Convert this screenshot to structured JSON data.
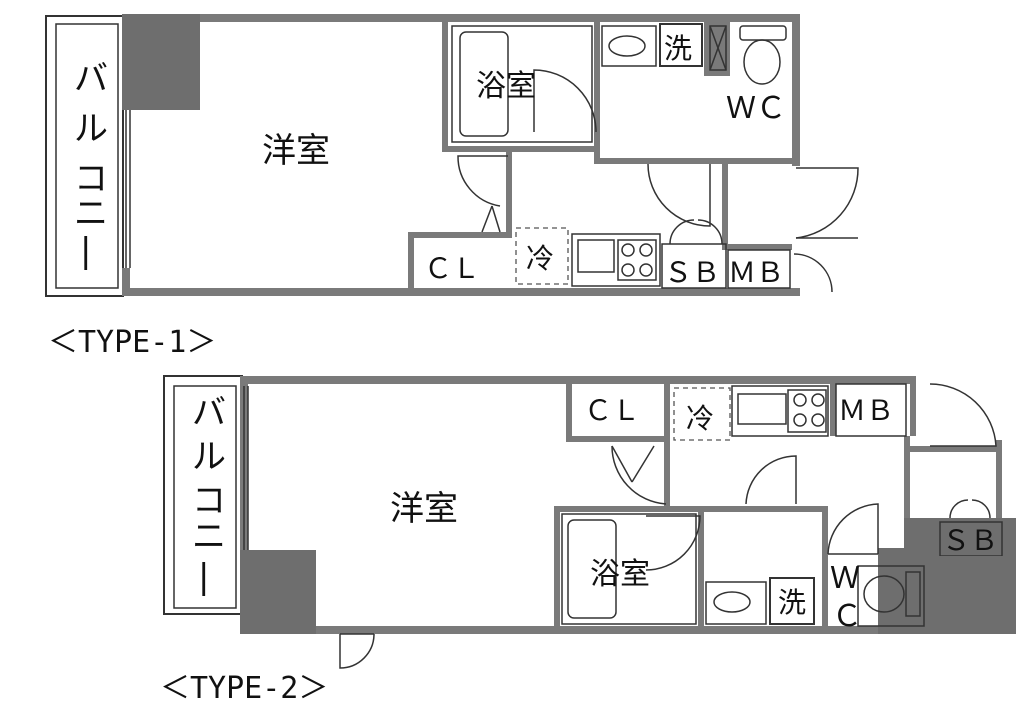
{
  "type1": {
    "caption": "＜TYPE-1＞",
    "balcony": "バルコニー",
    "western_room": "洋室",
    "bathroom": "浴室",
    "washer": "洗",
    "toilet": "ＷＣ",
    "closet": "ＣＬ",
    "fridge": "冷",
    "shoe_box": "ＳＢ",
    "meter_box": "ＭＢ"
  },
  "type2": {
    "caption": "＜TYPE-2＞",
    "balcony": "バルコニー",
    "western_room": "洋室",
    "bathroom": "浴室",
    "washer": "洗",
    "toilet_w": "Ｗ",
    "toilet_c": "Ｃ",
    "closet": "ＣＬ",
    "fridge": "冷",
    "shoe_box": "ＳＢ",
    "meter_box": "ＭＢ"
  },
  "colors": {
    "wall": "#7a7a7a",
    "dark_fill": "#6e6e6e",
    "line": "#333333"
  }
}
